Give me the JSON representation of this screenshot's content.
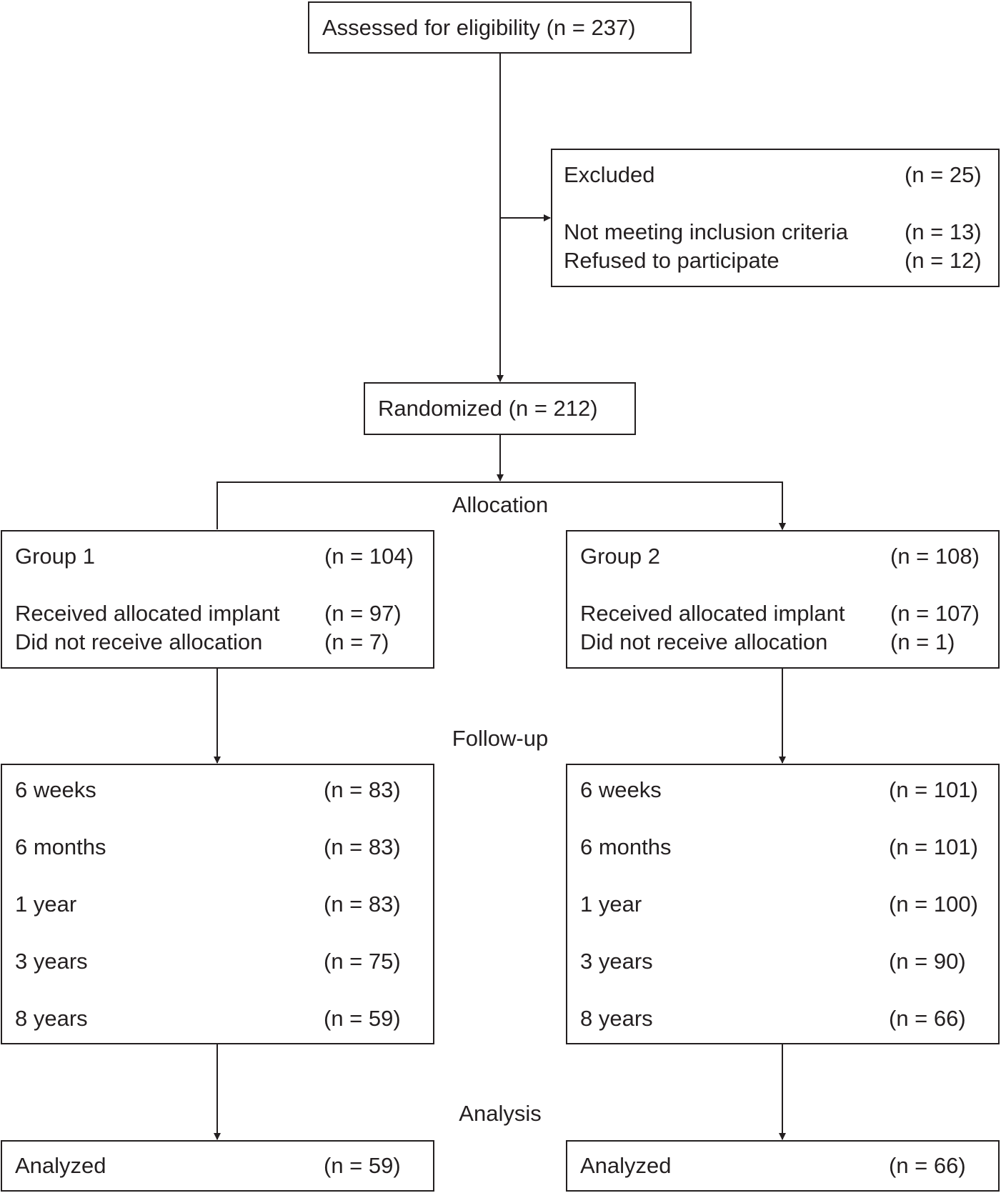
{
  "eligibility": {
    "text": "Assessed for eligibility (n = 237)"
  },
  "excluded": {
    "title": "Excluded",
    "title_n": "(n = 25)",
    "rows": [
      {
        "label": "Not meeting inclusion criteria",
        "n": "(n = 13)"
      },
      {
        "label": "Refused to participate",
        "n": "(n = 12)"
      }
    ]
  },
  "randomized": {
    "text": "Randomized (n = 212)"
  },
  "stages": {
    "allocation": "Allocation",
    "followup": "Follow-up",
    "analysis": "Analysis"
  },
  "group1": {
    "title": "Group 1",
    "title_n": "(n = 104)",
    "rows": [
      {
        "label": "Received allocated implant",
        "n": "(n = 97)"
      },
      {
        "label": "Did not receive allocation",
        "n": "(n = 7)"
      }
    ],
    "followup": [
      {
        "label": "6 weeks",
        "n": "(n = 83)"
      },
      {
        "label": "6 months",
        "n": "(n = 83)"
      },
      {
        "label": "1 year",
        "n": "(n = 83)"
      },
      {
        "label": "3 years",
        "n": "(n = 75)"
      },
      {
        "label": "8 years",
        "n": "(n = 59)"
      }
    ],
    "analysis": {
      "label": "Analyzed",
      "n": "(n = 59)"
    }
  },
  "group2": {
    "title": "Group 2",
    "title_n": "(n = 108)",
    "rows": [
      {
        "label": "Received allocated implant",
        "n": "(n = 107)"
      },
      {
        "label": "Did not receive allocation",
        "n": "(n = 1)"
      }
    ],
    "followup": [
      {
        "label": "6 weeks",
        "n": "(n = 101)"
      },
      {
        "label": "6 months",
        "n": "(n = 101)"
      },
      {
        "label": "1 year",
        "n": "(n = 100)"
      },
      {
        "label": "3 years",
        "n": "(n = 90)"
      },
      {
        "label": "8 years",
        "n": "(n = 66)"
      }
    ],
    "analysis": {
      "label": "Analyzed",
      "n": "(n = 66)"
    }
  }
}
